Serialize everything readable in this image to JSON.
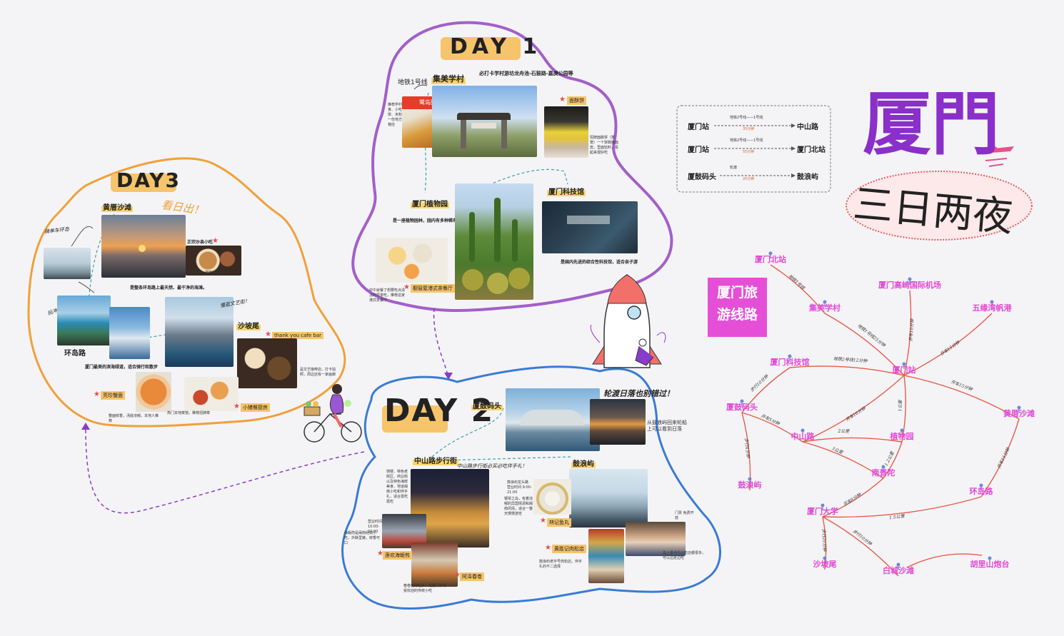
{
  "title": {
    "main": "厦門",
    "sub": "三日两夜"
  },
  "route_box_title": "厦门旅游线路",
  "colors": {
    "day1": "#a35fc9",
    "day2": "#3a7bd5",
    "day3": "#f0a03a",
    "node": "#e248d6",
    "edge": "#e85b4a",
    "route_box": "#e54fd8"
  },
  "day1": {
    "label": "DAY 1",
    "metro": "地铁1号线",
    "jimei": "集美学村",
    "jimei_note": "必打卡学村游坊龙舟池-石鼓路-嘉庚公园等",
    "snack_note": "推荐学村美食、小吃、烧饼、米粉一碗一份地方的街巷店",
    "shop_sign": "鹭岛甜点",
    "bread": "面酥饼",
    "bread_note": "招牌面酥饼（蒸笼）一个饼酥脆面皮，里面馅料，看起来很好吃",
    "botanic": "厦门植物园",
    "botanic_note": "是一座植物园林，园内有多种稀有植物",
    "science": "厦门科技馆",
    "science_note": "是国内先进的综合性科技馆，适合亲子游",
    "restaurant": "橱窗屋港式茶餐厅",
    "restaurant_note": "中午就餐了想要吃点清淡的早茶吃，推荐这家港式茶餐厅"
  },
  "day2": {
    "label": "DAY 2",
    "gulangyu_pier": "厦鼓码头",
    "sunset_hand": "轮渡日落也别错过！",
    "sunset_note": "从鼓浪屿回来轮船上可以看到日落",
    "zhongshan": "中山路步行街",
    "zhongshan_hand": "中山路步行街必买必吃伴手礼！",
    "zhongshan_note": "骑楼、特色老街区、商业街以及特色海鲜美食、地道闽南小吃和伴手礼，适合逛吃逛吃",
    "gulangyu": "鼓浪屿",
    "gulangyu_note": "钢琴之岛，有着浓郁的异国情调和闽南风情，适合一整天慢慢游览",
    "fishball": "林记鱼丸",
    "fishball_info": "鼓浪屿龙头路 营业时间 9:00-21:00",
    "roast": "黄胜记肉松店",
    "roast_note": "鼓浪屿老字号肉松店，伴手礼的不二选择",
    "oyster": "莲欢海蛎煎",
    "oyster_note": "海蛎煎是闽南经典小吃，外酥里嫩，鲜香可口",
    "spring_roll": "阿泽春卷",
    "spring_roll_note": "春卷皮薄馅多，是厦门非常受欢迎的传统小吃",
    "shop_info": "营业时间 10:00-22:00",
    "gulangyu_info": "门票 免费开放",
    "gulangyu_side": "岛上景点与小吃店都很多，可以边走边吃"
  },
  "day3": {
    "label": "DAY3",
    "sunrise_hand": "看日出！",
    "huangcuo": "黄厝沙滩",
    "bike_hand": "骑单车环岛",
    "snack": "正宗沙县小吃",
    "snack_note": "正宗沙县，拌面加扁食",
    "road_note": "是整条环岛路上最天然、最干净的海滩。",
    "surf_hand": "玩冲浪！",
    "huandao": "环岛路",
    "huandao_note": "厦门最美的滨海绿道，适合骑行和散步",
    "shapowei": "沙坡尾",
    "shapowei_hand": "慢逛文艺街！",
    "cafe": "thank you cafe bar",
    "cafe_note": "是文艺咖啡店，打卡拍照，周边还有一家画廊",
    "crab": "亮珍蟹面",
    "crab_note": "蟹面鲜香，汤底浓郁，本地人推荐",
    "kitchen": "小猪餐厨房",
    "kitchen_note": "热门本地菜馆，推荐招牌菜"
  },
  "timetable": {
    "rows": [
      {
        "from": "厦门站",
        "line": "地铁2号线——1号线",
        "time": "35分钟",
        "to": "中山路"
      },
      {
        "from": "厦门站",
        "line": "地铁2号线——1号线",
        "time": "55分钟",
        "to": "厦门北站"
      },
      {
        "from": "厦鼓码头",
        "line": "轮渡",
        "time": "20分钟",
        "to": "鼓浪屿"
      }
    ]
  },
  "network": {
    "nodes": [
      {
        "id": "beizhan",
        "label": "厦门北站"
      },
      {
        "id": "jimei",
        "label": "集美学村"
      },
      {
        "id": "airport",
        "label": "厦门高崎国际机场"
      },
      {
        "id": "wuyuan",
        "label": "五缘湾帆港"
      },
      {
        "id": "keji",
        "label": "厦门科技馆"
      },
      {
        "id": "zhan",
        "label": "厦门站"
      },
      {
        "id": "matou",
        "label": "厦鼓码头"
      },
      {
        "id": "huangcuo",
        "label": "黄厝沙滩"
      },
      {
        "id": "zhongshan",
        "label": "中山路"
      },
      {
        "id": "zhiwu",
        "label": "植物园"
      },
      {
        "id": "gulang",
        "label": "鼓浪屿"
      },
      {
        "id": "nanputuo",
        "label": "南普陀"
      },
      {
        "id": "huandao",
        "label": "环岛路"
      },
      {
        "id": "xiada",
        "label": "厦门大学"
      },
      {
        "id": "shapowei",
        "label": "沙坡尾"
      },
      {
        "id": "baicheng",
        "label": "白城沙滩"
      },
      {
        "id": "hulishan",
        "label": "胡里山炮台"
      }
    ],
    "edges": [
      {
        "label": "地铁1号线25分钟"
      },
      {
        "label": "地铁1号线"
      },
      {
        "label": "地铁2号线12分钟"
      },
      {
        "label": "开车10分钟"
      },
      {
        "label": "开车15分钟"
      },
      {
        "label": "步行10分钟"
      },
      {
        "label": "开车10分钟"
      },
      {
        "label": "开车15分钟"
      },
      {
        "label": "2公里"
      },
      {
        "label": "3公里"
      },
      {
        "label": "开车5分钟"
      },
      {
        "label": "1公里"
      },
      {
        "label": "步行4分钟"
      },
      {
        "label": "1.2公里"
      },
      {
        "label": "开车15分钟"
      },
      {
        "label": "开车8分钟"
      },
      {
        "label": "1.5公里"
      },
      {
        "label": "步行20分钟"
      },
      {
        "label": "步行10分钟"
      }
    ]
  }
}
